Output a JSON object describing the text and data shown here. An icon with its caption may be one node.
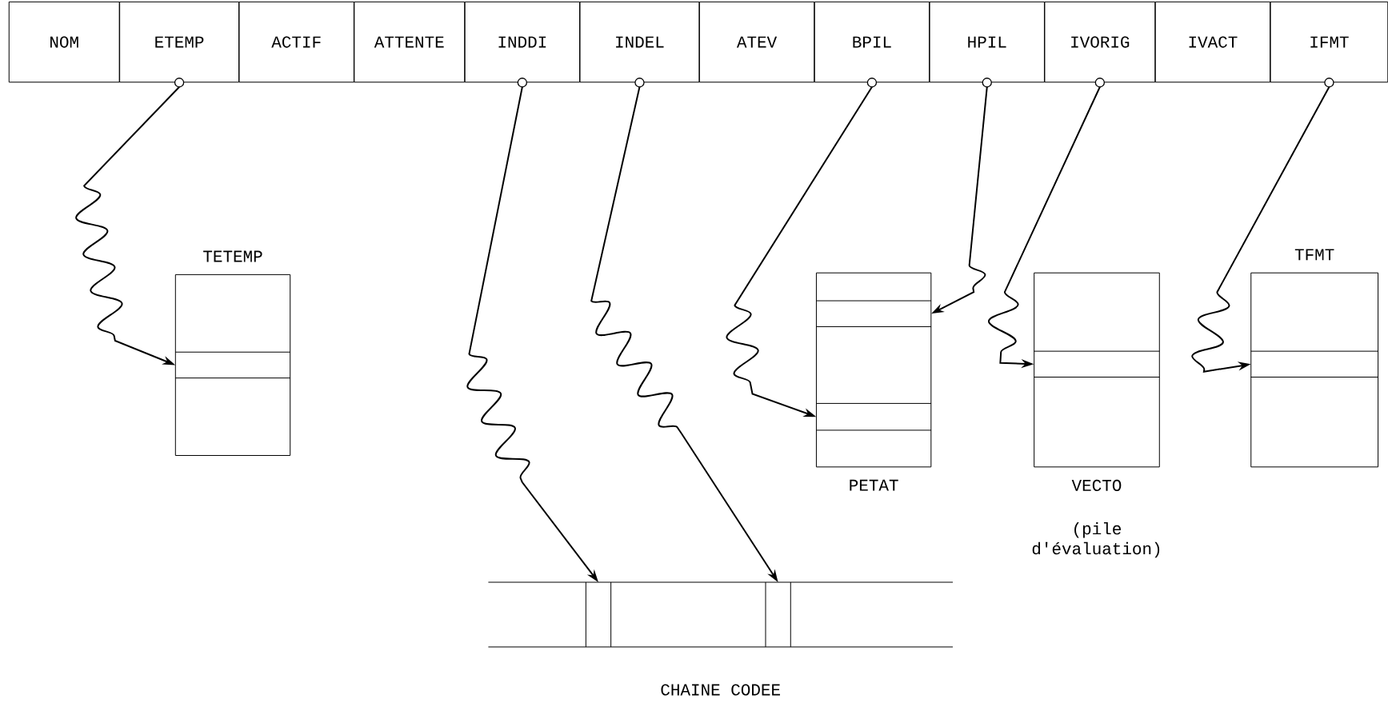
{
  "diagram": {
    "nodes": [
      {
        "text": [
          "NOM"
        ]
      },
      {
        "text": [
          "ETEMP"
        ]
      },
      {
        "text": [
          "ACTIF"
        ]
      },
      {
        "text": [
          "ATTENTE"
        ]
      },
      {
        "text": [
          "INDDI"
        ]
      },
      {
        "text": [
          "INDEL"
        ]
      },
      {
        "text": [
          "ATEV"
        ]
      },
      {
        "text": [
          "BPIL"
        ]
      },
      {
        "text": [
          "HPIL"
        ]
      },
      {
        "text": [
          "IVORIG"
        ]
      },
      {
        "text": [
          "IVACT"
        ]
      },
      {
        "text": [
          "IFMT"
        ]
      },
      {
        "text": [
          "TETEMP"
        ]
      },
      {
        "text": [],
        "shape": "box",
        "in": 12
      },
      {
        "text": [
          "PETAT"
        ]
      },
      {
        "text": [],
        "shape": "box",
        "in": 14
      },
      {
        "text": [],
        "shape": "box",
        "in": 14
      },
      {
        "text": [
          "VECTO"
        ],
        "beside": [
          "(pile d'évaluation)"
        ]
      },
      {
        "text": [],
        "shape": "box",
        "in": 17
      },
      {
        "text": [
          "TFMT"
        ]
      },
      {
        "text": [],
        "shape": "box",
        "in": 19
      },
      {
        "text": [
          "CHAINE CODEE"
        ]
      },
      {
        "text": [],
        "shape": "box",
        "in": 21
      },
      {
        "text": [],
        "shape": "box",
        "in": 21
      }
    ],
    "edges": [
      {
        "from": 1,
        "to": 13,
        "arrow": "to"
      },
      {
        "from": 4,
        "to": 22,
        "arrow": "to"
      },
      {
        "from": 5,
        "to": 23,
        "arrow": "to"
      },
      {
        "from": 7,
        "to": 16,
        "arrow": "to"
      },
      {
        "from": 8,
        "to": 15,
        "arrow": "to"
      },
      {
        "from": 9,
        "to": 18,
        "arrow": "to"
      },
      {
        "from": 11,
        "to": 20,
        "arrow": "to"
      }
    ]
  }
}
